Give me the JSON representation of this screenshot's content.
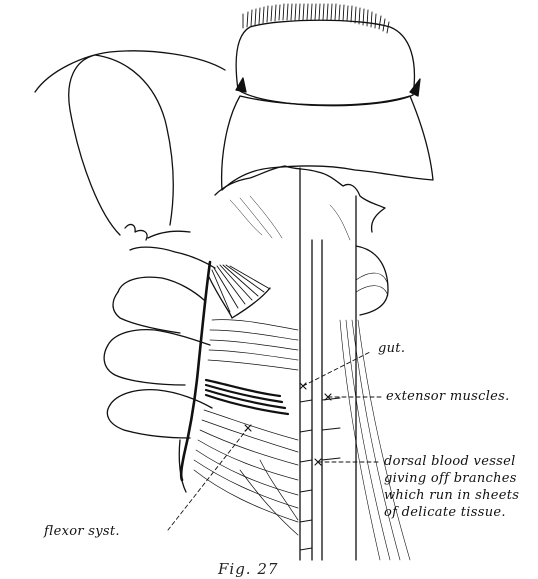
{
  "figure": {
    "caption": "Fig. 27"
  },
  "labels": {
    "gut": "gut.",
    "extensor_muscles": "extensor muscles.",
    "dorsal_blood_vessel": {
      "line1": "dorsal blood vessel",
      "line2": "giving off branches",
      "line3": "which run in sheets",
      "line4": "of delicate tissue."
    },
    "flexor_system": "flexor syst."
  }
}
